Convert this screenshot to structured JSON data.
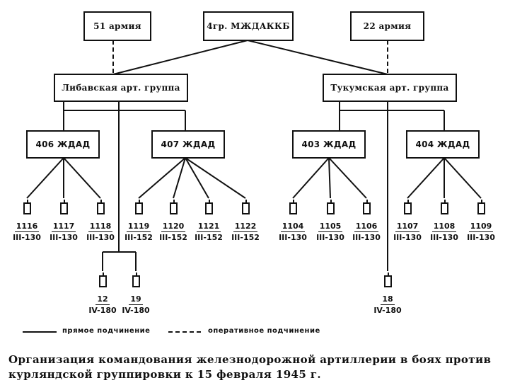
{
  "boxes": {
    "army51": "51 армия",
    "mzhdakkb": "4гр. МЖДАККБ",
    "army22": "22 армия",
    "libava": "Либавская арт. группа",
    "tukums": "Тукумская арт. группа",
    "zhdad406": "406 ЖДАД",
    "zhdad407": "407 ЖДАД",
    "zhdad403": "403 ЖДАД",
    "zhdad404": "404 ЖДАД"
  },
  "units": [
    {
      "num": "1116",
      "cal": "III-130"
    },
    {
      "num": "1117",
      "cal": "III-130"
    },
    {
      "num": "1118",
      "cal": "III-130"
    },
    {
      "num": "1119",
      "cal": "III-152"
    },
    {
      "num": "1120",
      "cal": "III-152"
    },
    {
      "num": "1121",
      "cal": "III-152"
    },
    {
      "num": "1122",
      "cal": "III-152"
    },
    {
      "num": "1104",
      "cal": "III-130"
    },
    {
      "num": "1105",
      "cal": "III-130"
    },
    {
      "num": "1106",
      "cal": "III-130"
    },
    {
      "num": "1107",
      "cal": "III-130"
    },
    {
      "num": "1108",
      "cal": "III-130"
    },
    {
      "num": "1109",
      "cal": "III-130"
    },
    {
      "num": "12",
      "cal": "IV-180"
    },
    {
      "num": "19",
      "cal": "IV-180"
    },
    {
      "num": "18",
      "cal": "IV-180"
    }
  ],
  "legend": {
    "direct": "прямое подчинение",
    "operational": "оперативное подчинение"
  },
  "caption": {
    "line1": "Организация командования железнодорожной артиллерии в боях против",
    "line2": "курляндской группировки к 15 февраля 1945 г."
  }
}
